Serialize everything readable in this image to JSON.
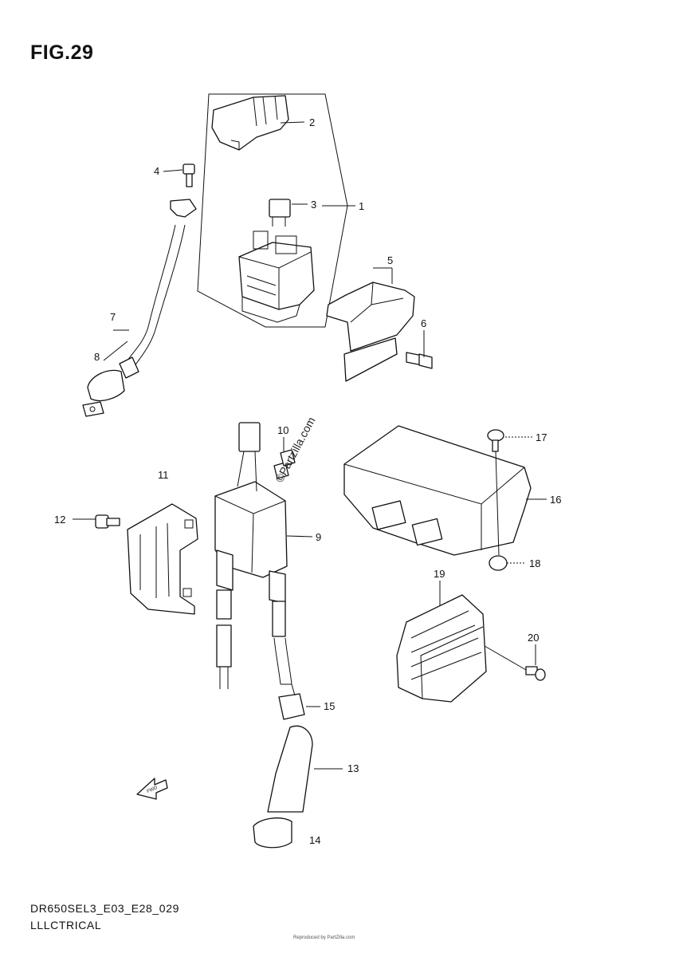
{
  "figure": {
    "title": "FIG.29",
    "code": "DR650SEL3_E03_E28_029",
    "section": "LLLCTRICAL",
    "watermark": "©Partzilla.com",
    "fine_print": "Reproduced by PartZilla.com"
  },
  "callouts": [
    {
      "id": "c1",
      "label": "1"
    },
    {
      "id": "c2",
      "label": "2"
    },
    {
      "id": "c3",
      "label": "3"
    },
    {
      "id": "c4",
      "label": "4"
    },
    {
      "id": "c5",
      "label": "5"
    },
    {
      "id": "c6",
      "label": "6"
    },
    {
      "id": "c7",
      "label": "7"
    },
    {
      "id": "c8",
      "label": "8"
    },
    {
      "id": "c9",
      "label": "9"
    },
    {
      "id": "c10",
      "label": "10"
    },
    {
      "id": "c11",
      "label": "11"
    },
    {
      "id": "c12",
      "label": "12"
    },
    {
      "id": "c13",
      "label": "13"
    },
    {
      "id": "c14",
      "label": "14"
    },
    {
      "id": "c15",
      "label": "15"
    },
    {
      "id": "c16",
      "label": "16"
    },
    {
      "id": "c17",
      "label": "17"
    },
    {
      "id": "c18",
      "label": "18"
    },
    {
      "id": "c19",
      "label": "19"
    },
    {
      "id": "c20",
      "label": "20"
    }
  ],
  "fwd_arrow": {
    "label": "FWD"
  }
}
